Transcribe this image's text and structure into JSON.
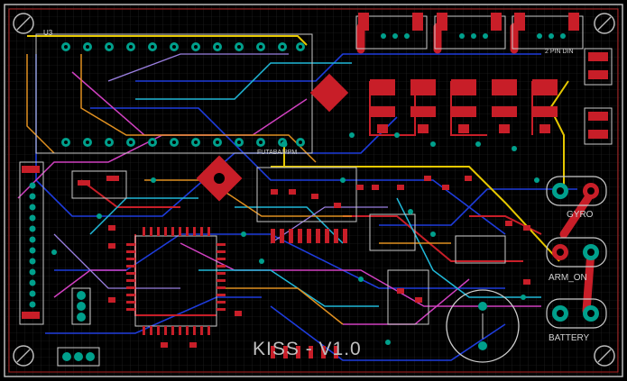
{
  "board": {
    "title": "KISS - V1.0",
    "designator_u": "U3"
  },
  "connectors": [
    {
      "label": "FUTABA/PPM"
    },
    {
      "label": "2 PIN DIN"
    },
    {
      "label": "GYRO"
    },
    {
      "label": "ARM_ON"
    },
    {
      "label": "BATTERY"
    }
  ],
  "colors": {
    "background": "#000000",
    "outline": "#c8c8c8",
    "top_copper": "#c81e28",
    "bottom_copper": "#1e3cdc",
    "pad": "#00a08c",
    "silkscreen": "#e0e0e0",
    "trace_yellow": "#e6c800",
    "trace_magenta": "#d040c0",
    "trace_cyan": "#20b8d8",
    "trace_orange": "#e09020"
  },
  "icons": [
    "mounting-hole-icon",
    "via-icon",
    "ic-chip-icon"
  ]
}
